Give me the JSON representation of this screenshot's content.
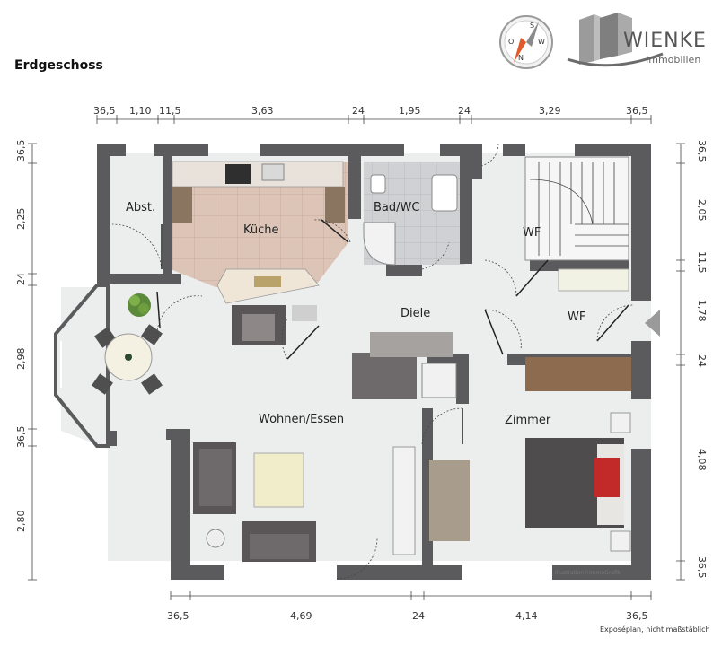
{
  "page_title": "Erdgeschoss",
  "brand": {
    "name": "WIENKE",
    "sub": "Immobilien"
  },
  "compass": {
    "letters": [
      "S",
      "W",
      "O",
      "N"
    ]
  },
  "rooms": {
    "abst": "Abst.",
    "kueche": "Küche",
    "bad": "Bad/WC",
    "wf1": "WF",
    "wf2": "WF",
    "diele": "Diele",
    "wohnen": "Wohnen/Essen",
    "zimmer": "Zimmer"
  },
  "dims_top": [
    "36,5",
    "1,10",
    "11,5",
    "3,63",
    "24",
    "1,95",
    "24",
    "3,29",
    "36,5"
  ],
  "dims_bottom": [
    "36,5",
    "4,69",
    "24",
    "4,14",
    "36,5"
  ],
  "dims_left": [
    "36,5",
    "2,25",
    "24",
    "2,98",
    "36,5",
    "2,80"
  ],
  "dims_right": [
    "36,5",
    "2,05",
    "11,5",
    "1,78",
    "24",
    "4,08",
    "36,5"
  ],
  "credit": "Illustration©ImmoGrafik",
  "disclaimer": "Exposéplan, nicht maßstäblich",
  "colors": {
    "wall": "#5b5b5e",
    "floor": "#eceeee",
    "kitchen_tile": "#dcc4b6",
    "bath_tile": "#cfd1d3"
  }
}
